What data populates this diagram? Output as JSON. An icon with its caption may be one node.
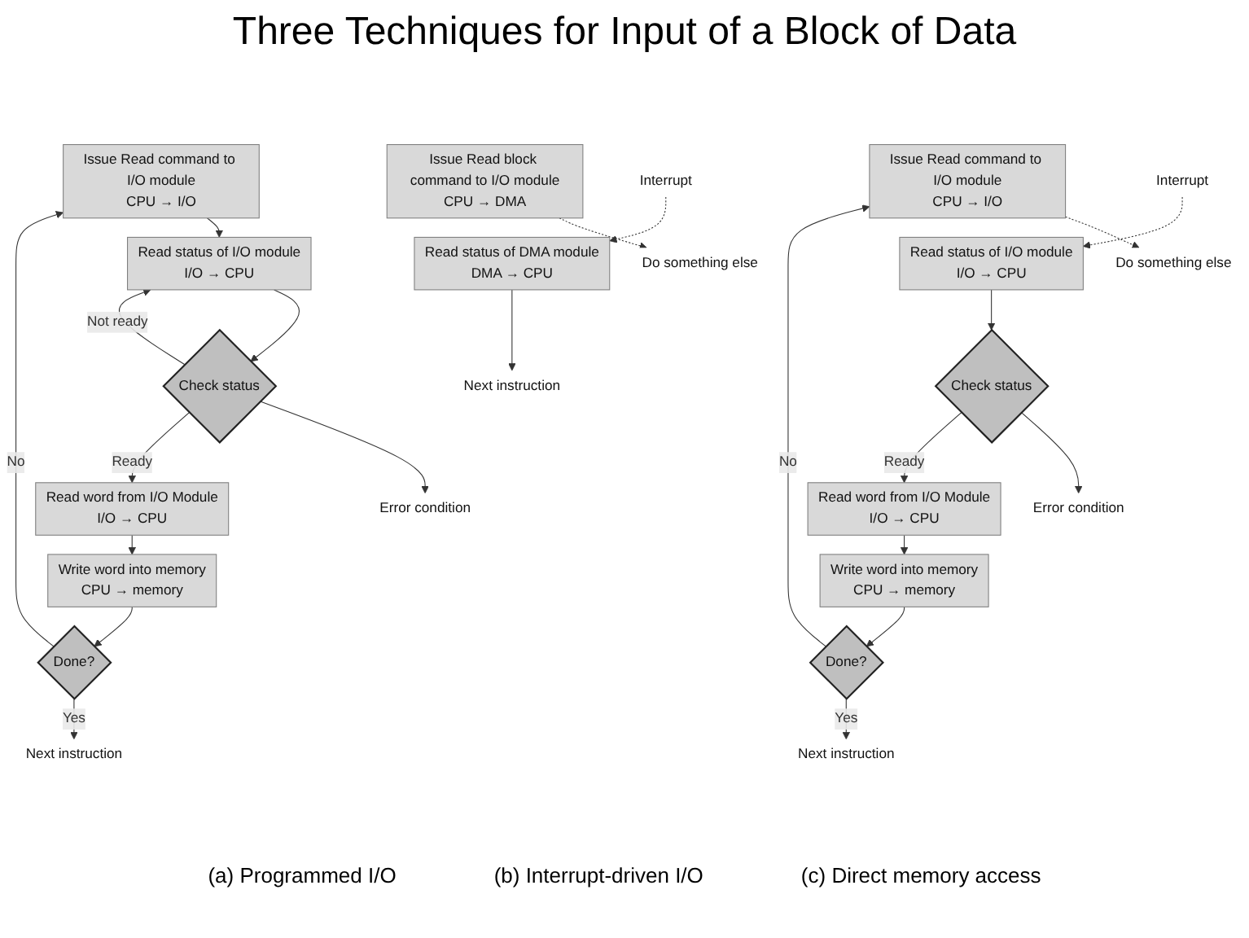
{
  "diagram": {
    "title": "Three Techniques for Input of a Block of Data",
    "nodes": [
      {
        "text": [
          "Issue Read command to I/O module",
          "CPU → I/O"
        ]
      },
      {
        "text": [
          "Read status of I/O module",
          "I/O → CPU"
        ]
      },
      {
        "text": [
          "Check status"
        ]
      },
      {
        "text": [
          "Error condition"
        ]
      },
      {
        "text": [
          "Read word from I/O Module",
          "I/O → CPU"
        ]
      },
      {
        "text": [
          "Write word into memory",
          "CPU → memory"
        ]
      },
      {
        "text": [
          "Done?"
        ]
      },
      {
        "text": [
          "Next instruction"
        ]
      },
      {
        "text": [
          "Issue Read command to I/O module",
          "CPU → I/O"
        ]
      },
      {
        "text": [
          "Do something else"
        ]
      },
      {
        "text": [
          "Interrupt"
        ]
      },
      {
        "text": [
          "Read status of I/O module",
          "I/O → CPU"
        ]
      },
      {
        "text": [
          "Check status"
        ]
      },
      {
        "text": [
          "Error condition"
        ]
      },
      {
        "text": [
          "Read word from I/O Module",
          "I/O → CPU"
        ]
      },
      {
        "text": [
          "Write word into memory",
          "CPU → memory"
        ]
      },
      {
        "text": [
          "Done?"
        ]
      },
      {
        "text": [
          "Next instruction"
        ]
      },
      {
        "text": [
          "Issue Read block command to I/O module",
          "CPU → DMA"
        ]
      },
      {
        "text": [
          "Do something else"
        ]
      },
      {
        "text": [
          "Interrupt"
        ]
      },
      {
        "text": [
          "Read status of DMA module",
          "DMA → CPU"
        ]
      },
      {
        "text": [
          "Next instruction"
        ]
      }
    ],
    "edges": [
      {
        "from": 0,
        "to": 1,
        "arrow": "to"
      },
      {
        "from": 1,
        "to": 2,
        "arrow": "to"
      },
      {
        "from": 2,
        "to": 1,
        "arrow": "to",
        "label": "Not ready"
      },
      {
        "from": 2,
        "to": 3,
        "arrow": "to"
      },
      {
        "from": 2,
        "to": 4,
        "arrow": "to",
        "label": "Ready"
      },
      {
        "from": 4,
        "to": 5,
        "arrow": "to"
      },
      {
        "from": 5,
        "to": 6,
        "arrow": "to"
      },
      {
        "from": 6,
        "to": 0,
        "arrow": "to",
        "label": "No"
      },
      {
        "from": 6,
        "to": 7,
        "arrow": "to",
        "label": "Yes"
      },
      {
        "from": 8,
        "to": 9,
        "arrow": "to",
        "style": "dashed"
      },
      {
        "from": 10,
        "to": 11,
        "arrow": "to",
        "style": "dashed"
      },
      {
        "from": 11,
        "to": 12,
        "arrow": "to"
      },
      {
        "from": 12,
        "to": 13,
        "arrow": "to"
      },
      {
        "from": 12,
        "to": 14,
        "arrow": "to",
        "label": "Ready"
      },
      {
        "from": 14,
        "to": 15,
        "arrow": "to"
      },
      {
        "from": 15,
        "to": 16,
        "arrow": "to"
      },
      {
        "from": 16,
        "to": 8,
        "arrow": "to",
        "label": "No"
      },
      {
        "from": 16,
        "to": 17,
        "arrow": "to",
        "label": "Yes"
      },
      {
        "from": 18,
        "to": 19,
        "arrow": "to",
        "style": "dashed"
      },
      {
        "from": 20,
        "to": 21,
        "arrow": "to",
        "style": "dashed"
      },
      {
        "from": 21,
        "to": 22,
        "arrow": "to"
      }
    ],
    "labels": [
      "(a) Programmed I/O",
      "(b) Interrupt-driven I/O",
      "(c) Direct memory access"
    ]
  }
}
